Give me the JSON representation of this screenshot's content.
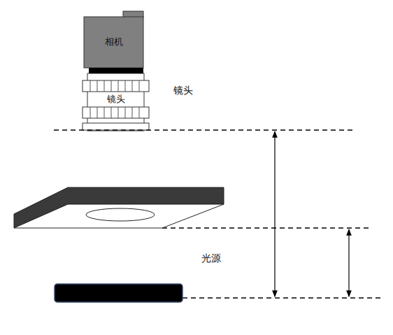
{
  "diagram": {
    "nodes": [
      {
        "text": [
          "相机"
        ]
      },
      {
        "text": [
          "镜头"
        ]
      }
    ],
    "labels": [
      "镜头",
      "光源"
    ]
  }
}
